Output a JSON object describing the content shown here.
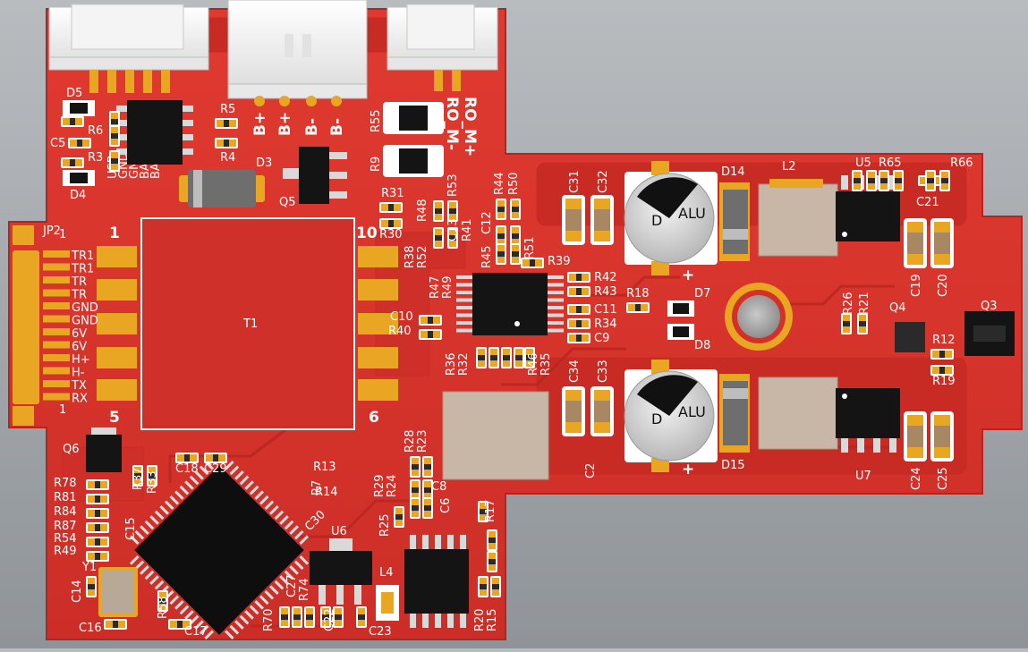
{
  "board": {
    "board_color": "#d8342c",
    "copper_color": "#c22a22",
    "pad_color": "#e8a623",
    "connector_pins": [
      "B+",
      "B+",
      "B-",
      "B-"
    ],
    "motor_pins": [
      "RO_M-",
      "RO_M+"
    ],
    "jp2_label": "JP2",
    "jp2_pins": [
      "TR1",
      "TR1",
      "TR",
      "TR",
      "GND",
      "GND",
      "6V",
      "6V",
      "H+",
      "H-",
      "TX",
      "RX"
    ],
    "jp2_pin_first": "1",
    "jp2_pin_last": "1",
    "left_header_pins": [
      "USB",
      "GND",
      "GND",
      "BAT+",
      "BAT+"
    ],
    "transformer": {
      "ref": "T1",
      "pin_1": "1",
      "pin_5": "5",
      "pin_6": "6",
      "pin_10": "10"
    },
    "cap_marking": {
      "line1": "ALU",
      "line2": "D",
      "plus": "+"
    },
    "labels": {
      "d5": "D5",
      "d4": "D4",
      "d3": "D3",
      "r5": "R5",
      "r4": "R4",
      "r6": "R6",
      "r3": "R3",
      "c5": "C5",
      "q5": "Q5",
      "r55": "R55",
      "r9": "R9",
      "r31": "R31",
      "r30": "R30",
      "r48": "R48",
      "r53": "R53",
      "r44": "R44",
      "r50": "R50",
      "c12": "C12",
      "r45": "R45",
      "r51": "R51",
      "r39": "R39",
      "r38": "R38",
      "r52": "R52",
      "r41": "R41",
      "c13": "C13",
      "r47": "R47",
      "r49b": "R49",
      "c31": "C31",
      "c32": "C32",
      "c33": "C33",
      "c34": "C34",
      "c2": "C2",
      "d14": "D14",
      "d15": "D15",
      "l2": "L2",
      "u5": "U5",
      "r65": "R65",
      "r66": "R66",
      "c21": "C21",
      "c19": "C19",
      "c20": "C20",
      "c24": "C24",
      "c25": "C25",
      "u7": "U7",
      "r42": "R42",
      "r43": "R43",
      "r18": "R18",
      "d7": "D7",
      "d8": "D8",
      "c11": "C11",
      "r34": "R34",
      "c9": "C9",
      "c10": "C10",
      "r40": "R40",
      "r36": "R36",
      "r32": "R32",
      "r46": "R46",
      "r35": "R35",
      "r26": "R26",
      "r21": "R21",
      "q4": "Q4",
      "q3": "Q3",
      "r12": "R12",
      "r19": "R19",
      "q6": "Q6",
      "r37": "R37",
      "r33": "R33",
      "c18": "C18",
      "c29": "C29",
      "r78": "R78",
      "r81": "R81",
      "r84": "R84",
      "r87": "R87",
      "r54": "R54",
      "r49": "R49",
      "c15": "C15",
      "y1": "Y1",
      "c14": "C14",
      "c16": "C16",
      "c17": "C17",
      "r58": "R58",
      "r13": "R13",
      "r7": "R7",
      "r14": "R14",
      "c30": "C30",
      "u6": "U6",
      "r29": "R29",
      "r24": "R24",
      "r28": "R28",
      "r23": "R23",
      "c8": "C8",
      "c6": "C6",
      "r25": "R25",
      "r17": "R17",
      "l4": "L4",
      "c23": "C23",
      "c22": "C22",
      "c27": "C27",
      "r74": "R74",
      "r70": "R70",
      "r20": "R20",
      "r15": "R15"
    }
  }
}
